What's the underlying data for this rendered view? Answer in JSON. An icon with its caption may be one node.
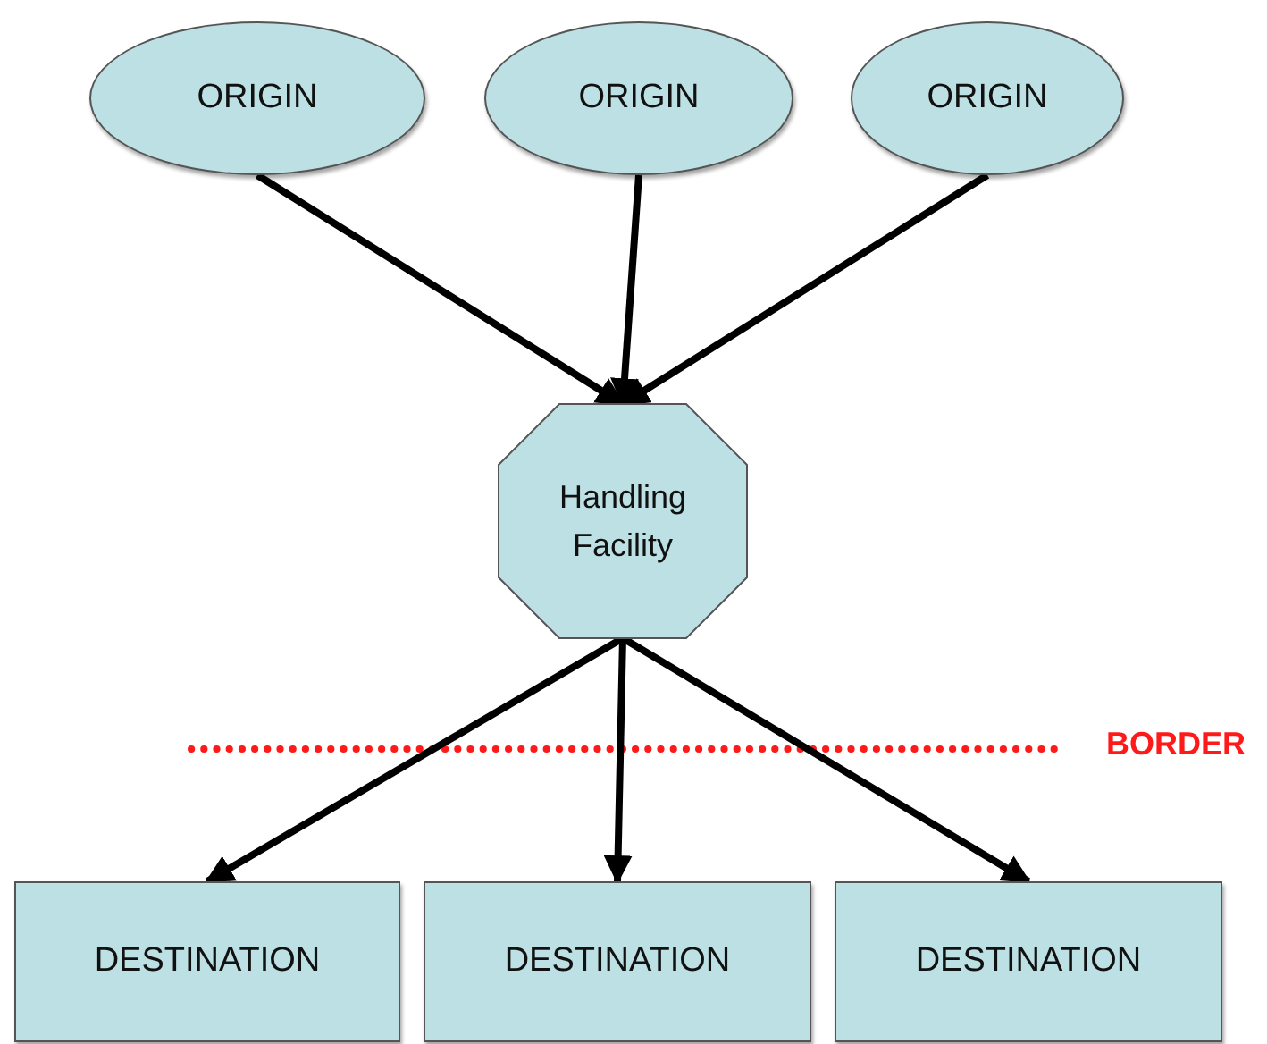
{
  "diagram": {
    "nodes": [
      {
        "text": [
          "ORIGIN"
        ]
      },
      {
        "text": [
          "ORIGIN"
        ]
      },
      {
        "text": [
          "ORIGIN"
        ]
      },
      {
        "text": [
          "Handling Facility"
        ]
      },
      {
        "text": [
          "DESTINATION"
        ]
      },
      {
        "text": [
          "DESTINATION"
        ]
      },
      {
        "text": [
          "DESTINATION"
        ]
      }
    ],
    "edges": [
      {
        "from": 0,
        "to": 3,
        "arrow": "to"
      },
      {
        "from": 1,
        "to": 3,
        "arrow": "to"
      },
      {
        "from": 2,
        "to": 3,
        "arrow": "to"
      },
      {
        "from": 3,
        "to": 4,
        "arrow": "to"
      },
      {
        "from": 3,
        "to": 5,
        "arrow": "to"
      },
      {
        "from": 3,
        "to": 6,
        "arrow": "to"
      }
    ],
    "labels": [
      "BORDER"
    ]
  }
}
